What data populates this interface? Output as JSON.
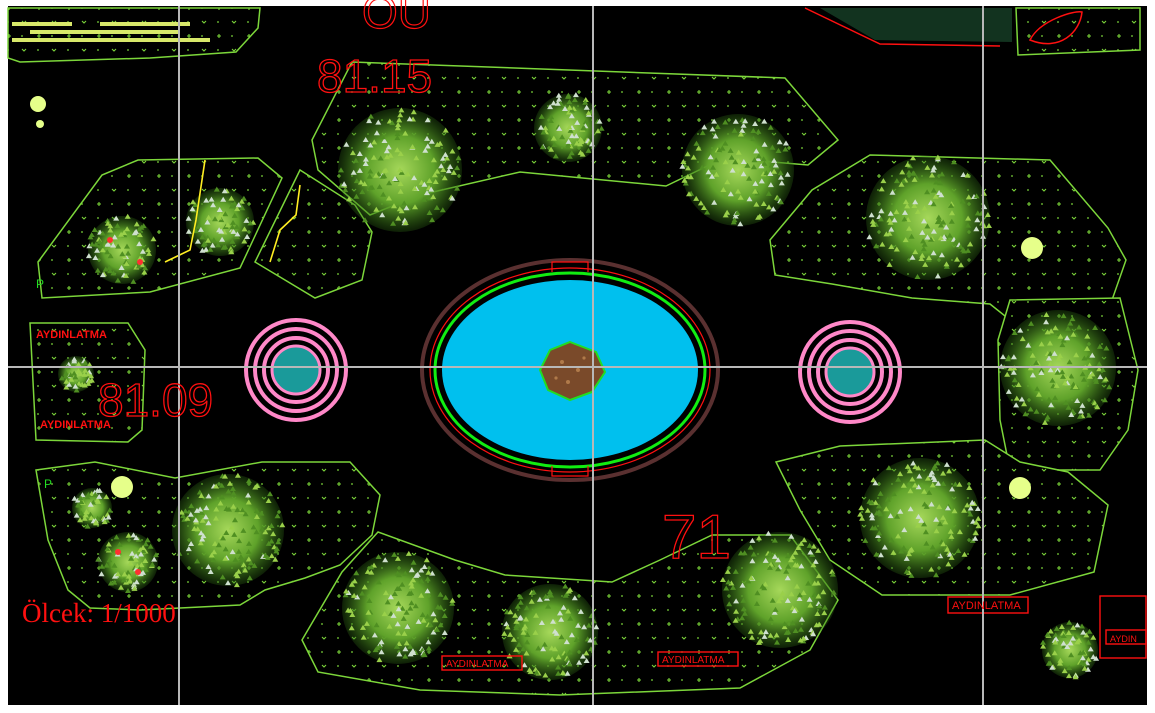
{
  "drawing": {
    "elevations": [
      "81.15",
      "81.09",
      "71"
    ],
    "partial_label_top": "OU",
    "scale_label": "Ölcek: 1/1000",
    "lighting_label": "AYDINLATMA",
    "lighting_partial": "AYDIN",
    "small_marks": [
      "P",
      "P"
    ]
  },
  "colors": {
    "background": "#000000",
    "frame": "#ffffff",
    "boundary": "#7cd63a",
    "pool_water": "#00c0ee",
    "pool_rim": "#11ee11",
    "pool_outer": "#5a3030",
    "rings": "#ff88c8",
    "ring_core": "#1a9a9a",
    "axis": "#b8b8b8",
    "text_red": "#ff1010",
    "tree": "#6aaa2a",
    "tree_light": "#9ad04a",
    "accent_yellow": "#ffee22",
    "lamp": "#e6ff8a"
  },
  "icons": [
    "tree-symbol-icon",
    "lamp-icon",
    "concentric-ring-planter-icon",
    "fountain-center-icon"
  ]
}
